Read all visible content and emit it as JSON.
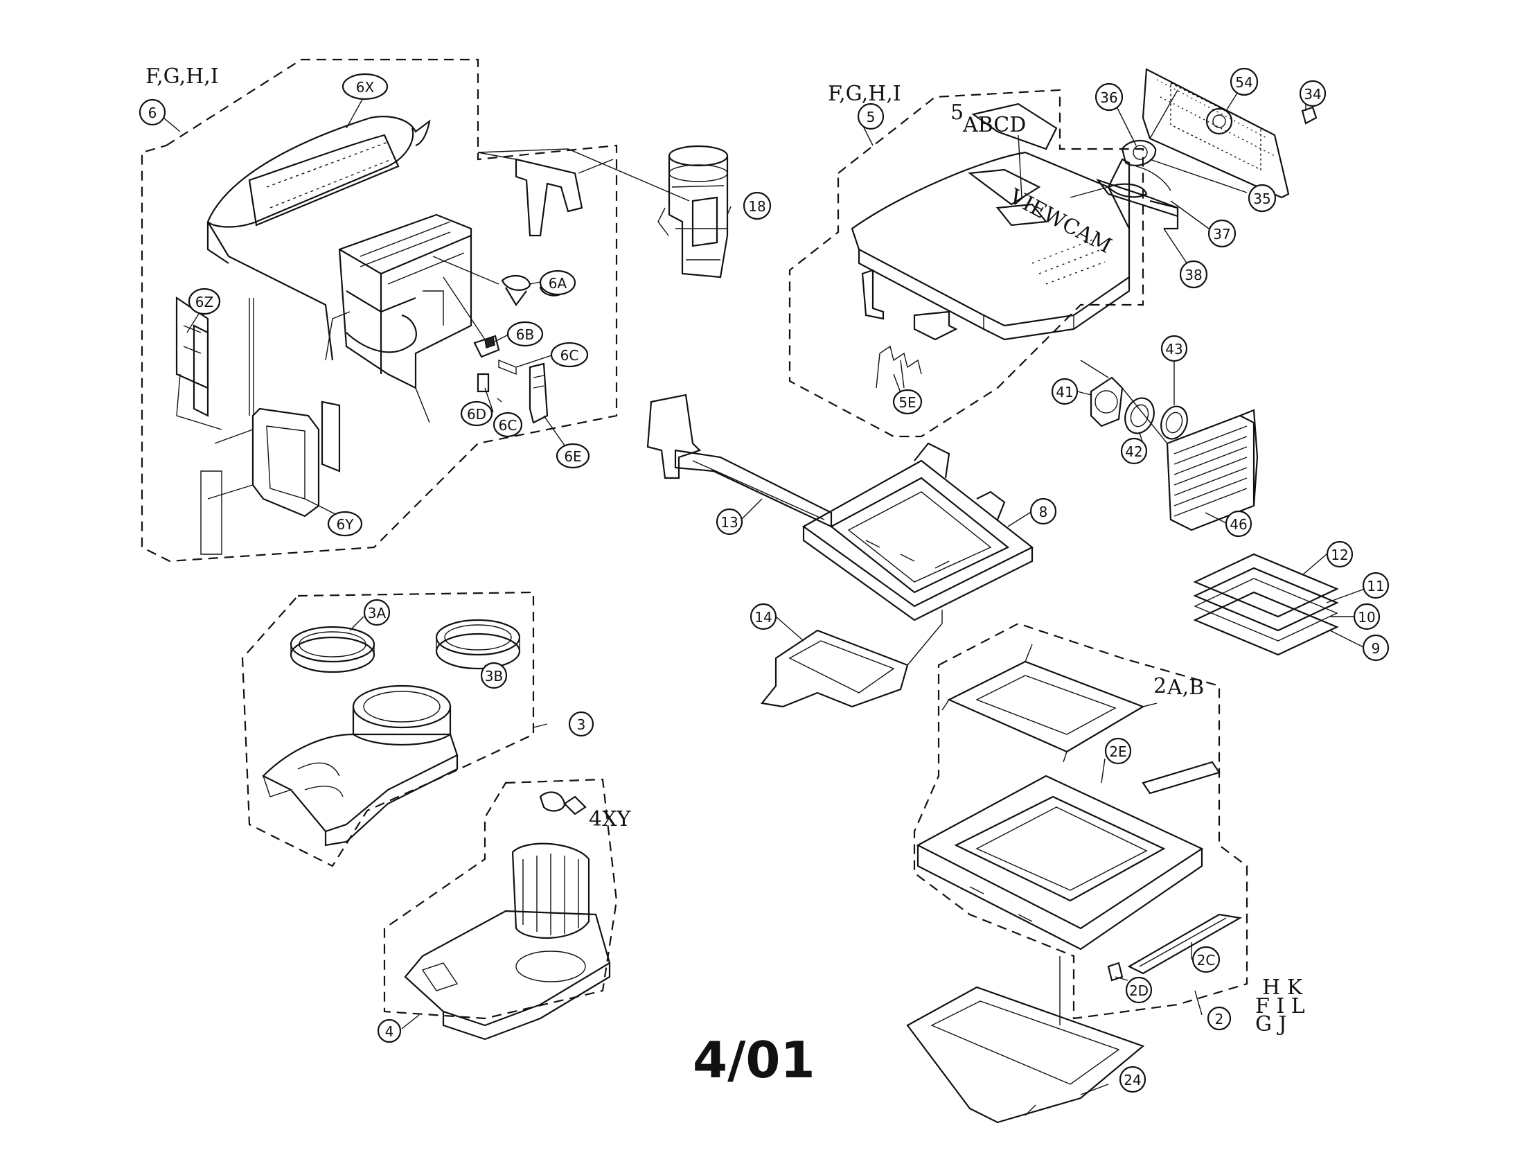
{
  "page_number": "4/01",
  "notes": {
    "group_6_variants": "F,G,H,I",
    "group_5_variants": "F,G,H,I",
    "group_2_variants_a": "H K",
    "group_2_variants_b": "F I L",
    "group_2_variants_c": "G J",
    "sub_5": "5",
    "sub_5_letters": "ABCD",
    "sub_2": "2",
    "sub_2_letters": "A,B",
    "sub_4": "4XY"
  },
  "callouts": [
    {
      "id": "6"
    },
    {
      "id": "6X"
    },
    {
      "id": "6Z"
    },
    {
      "id": "6Y"
    },
    {
      "id": "6A"
    },
    {
      "id": "6B"
    },
    {
      "id": "6C"
    },
    {
      "id": "6D"
    },
    {
      "id": "6C"
    },
    {
      "id": "6E"
    },
    {
      "id": "18"
    },
    {
      "id": "5"
    },
    {
      "id": "5E"
    },
    {
      "id": "36"
    },
    {
      "id": "54"
    },
    {
      "id": "34"
    },
    {
      "id": "35"
    },
    {
      "id": "37"
    },
    {
      "id": "38"
    },
    {
      "id": "41"
    },
    {
      "id": "43"
    },
    {
      "id": "42"
    },
    {
      "id": "46"
    },
    {
      "id": "13"
    },
    {
      "id": "8"
    },
    {
      "id": "14"
    },
    {
      "id": "12"
    },
    {
      "id": "11"
    },
    {
      "id": "10"
    },
    {
      "id": "9"
    },
    {
      "id": "3A"
    },
    {
      "id": "3B"
    },
    {
      "id": "3"
    },
    {
      "id": "2E"
    },
    {
      "id": "2C"
    },
    {
      "id": "2D"
    },
    {
      "id": "2"
    },
    {
      "id": "4"
    },
    {
      "id": "24"
    }
  ]
}
